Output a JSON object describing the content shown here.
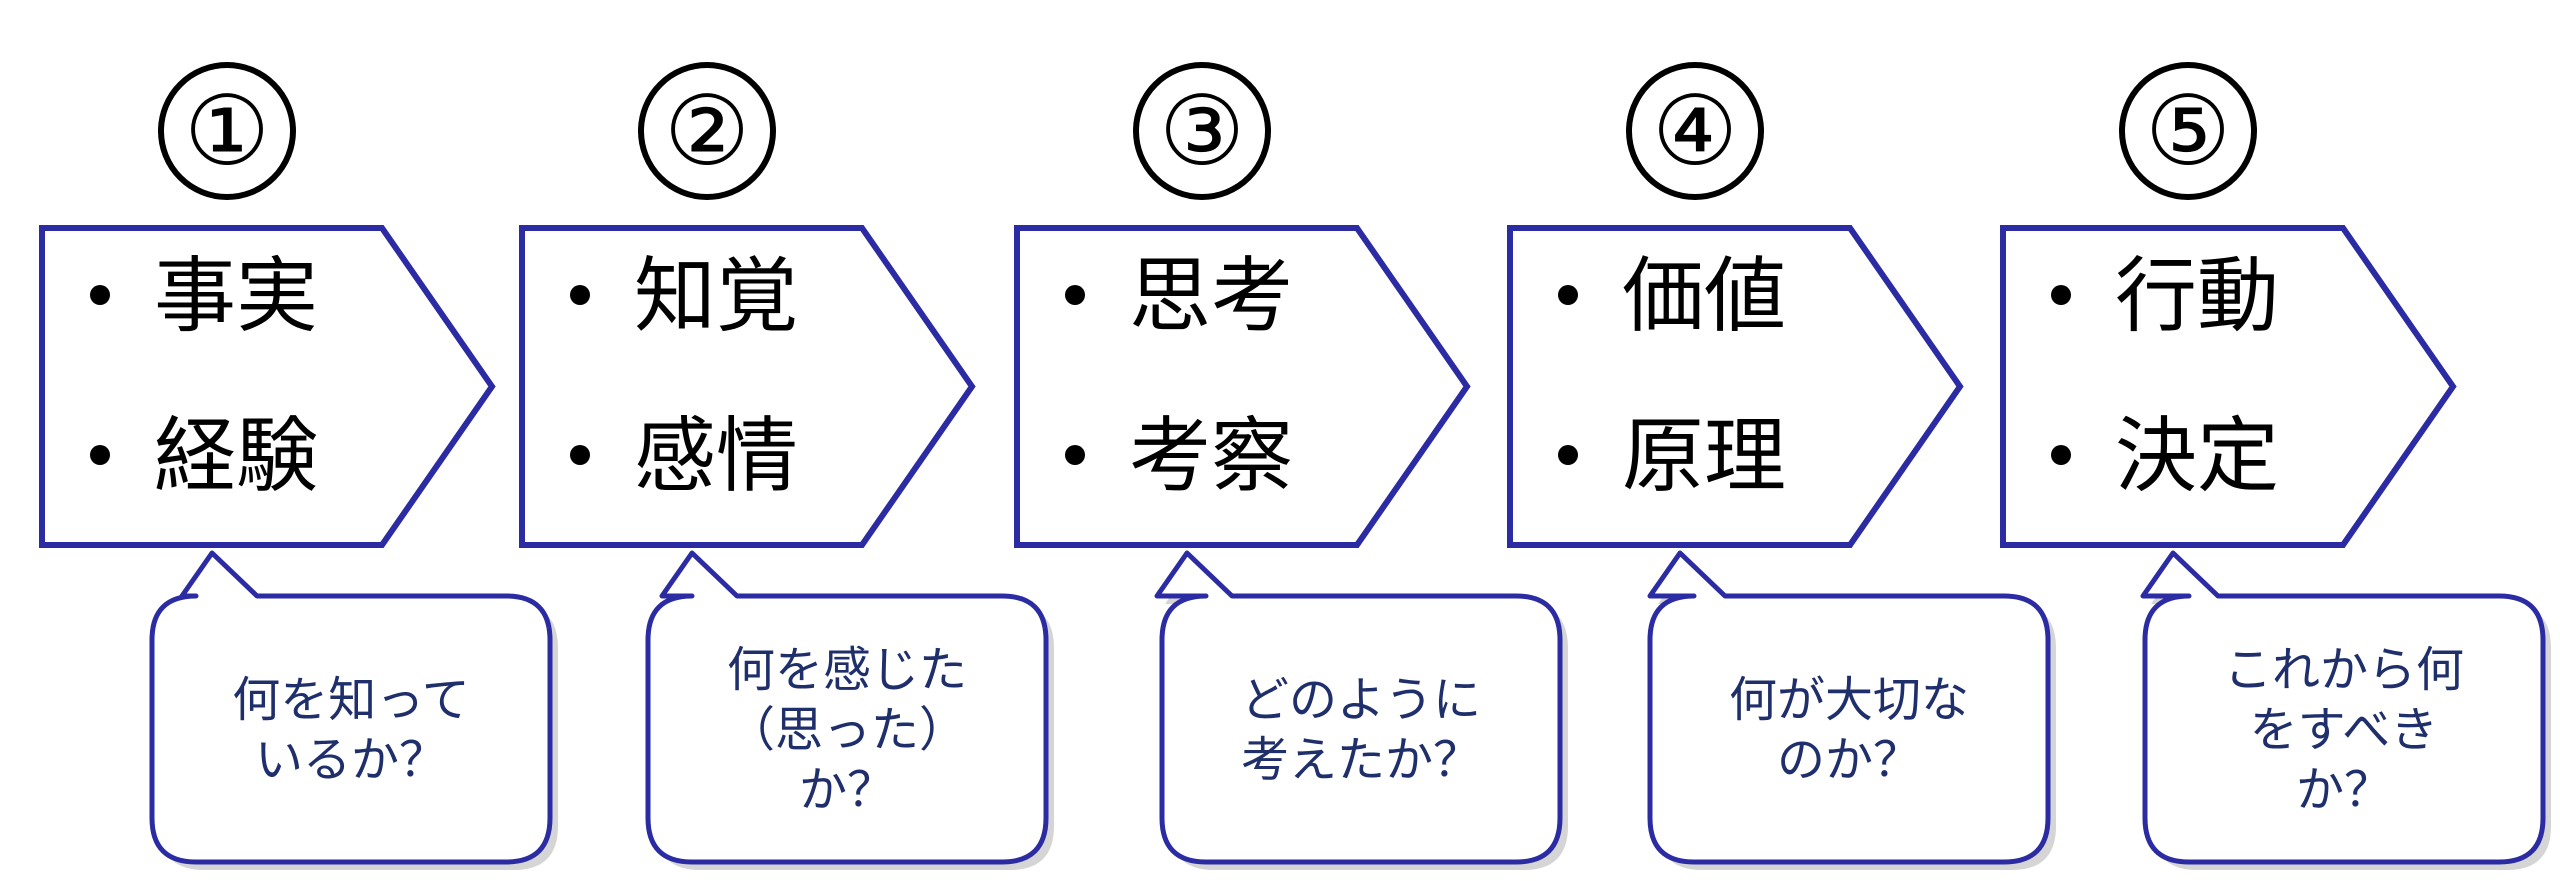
{
  "colors": {
    "border": "#2b2ba3",
    "question_text": "#1f2f6b",
    "text": "#000000"
  },
  "steps": [
    {
      "number": "①",
      "items": [
        "事実",
        "経験"
      ],
      "question_lines": [
        "何を知って",
        "いるか？"
      ]
    },
    {
      "number": "②",
      "items": [
        "知覚",
        "感情"
      ],
      "question_lines": [
        "何を感じた",
        "（思った）",
        "か？"
      ]
    },
    {
      "number": "③",
      "items": [
        "思考",
        "考察"
      ],
      "question_lines": [
        "どのように",
        "考えたか？"
      ]
    },
    {
      "number": "④",
      "items": [
        "価値",
        "原理"
      ],
      "question_lines": [
        "何が大切な",
        "のか？"
      ]
    },
    {
      "number": "⑤",
      "items": [
        "行動",
        "決定"
      ],
      "question_lines": [
        "これから何",
        "をすべき",
        "か？"
      ]
    }
  ]
}
